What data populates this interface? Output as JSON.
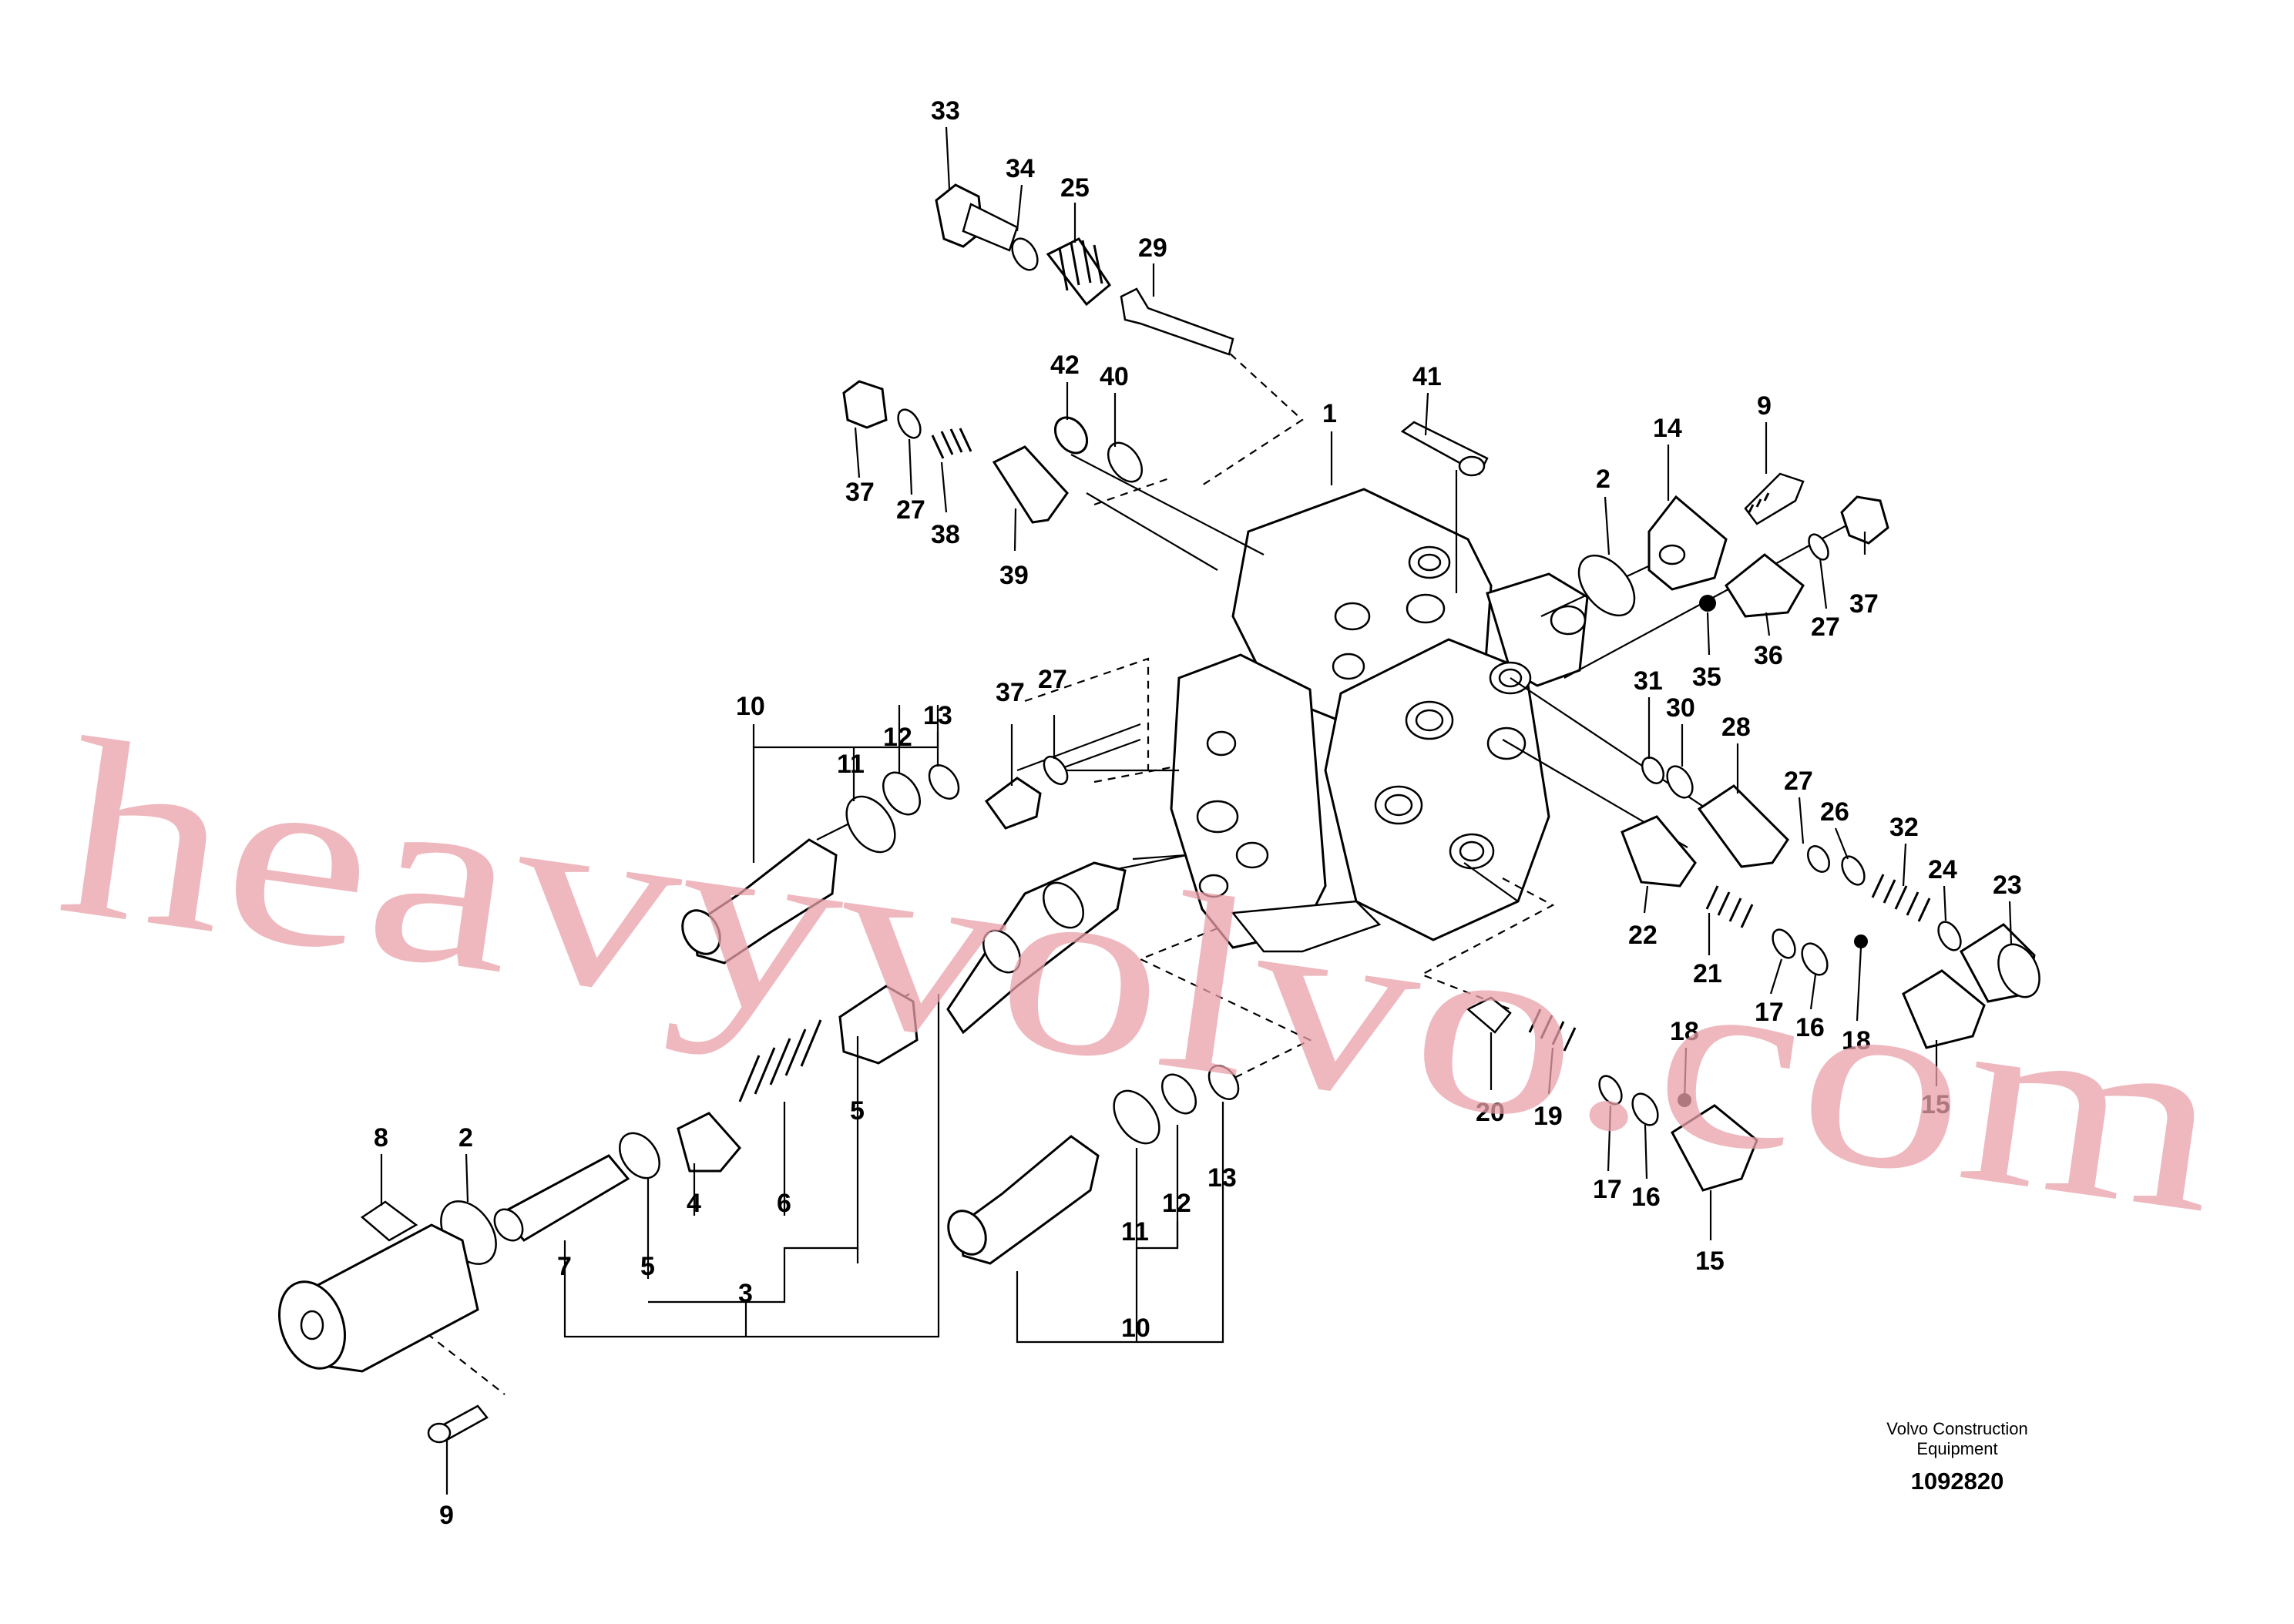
{
  "drawing": {
    "callouts": [
      {
        "id": "c33a",
        "text": "33"
      },
      {
        "id": "c34a",
        "text": "34"
      },
      {
        "id": "c25a",
        "text": "25"
      },
      {
        "id": "c29a",
        "text": "29"
      },
      {
        "id": "c42a",
        "text": "42"
      },
      {
        "id": "c40a",
        "text": "40"
      },
      {
        "id": "c41a",
        "text": "41"
      },
      {
        "id": "c1a",
        "text": "1"
      },
      {
        "id": "c37a",
        "text": "37"
      },
      {
        "id": "c27a",
        "text": "27"
      },
      {
        "id": "c38a",
        "text": "38"
      },
      {
        "id": "c39a",
        "text": "39"
      },
      {
        "id": "c2a",
        "text": "2"
      },
      {
        "id": "c14a",
        "text": "14"
      },
      {
        "id": "c9a",
        "text": "9"
      },
      {
        "id": "c37b",
        "text": "37"
      },
      {
        "id": "c27b",
        "text": "27"
      },
      {
        "id": "c36a",
        "text": "36"
      },
      {
        "id": "c35a",
        "text": "35"
      },
      {
        "id": "c10a",
        "text": "10"
      },
      {
        "id": "c11a",
        "text": "11"
      },
      {
        "id": "c12a",
        "text": "12"
      },
      {
        "id": "c13a",
        "text": "13"
      },
      {
        "id": "c37c",
        "text": "37"
      },
      {
        "id": "c27c",
        "text": "27"
      },
      {
        "id": "c31a",
        "text": "31"
      },
      {
        "id": "c30a",
        "text": "30"
      },
      {
        "id": "c28a",
        "text": "28"
      },
      {
        "id": "c27d",
        "text": "27"
      },
      {
        "id": "c26a",
        "text": "26"
      },
      {
        "id": "c32a",
        "text": "32"
      },
      {
        "id": "c24a",
        "text": "24"
      },
      {
        "id": "c23a",
        "text": "23"
      },
      {
        "id": "c22a",
        "text": "22"
      },
      {
        "id": "c21a",
        "text": "21"
      },
      {
        "id": "c17a",
        "text": "17"
      },
      {
        "id": "c16a",
        "text": "16"
      },
      {
        "id": "c18a",
        "text": "18"
      },
      {
        "id": "c15a",
        "text": "15"
      },
      {
        "id": "c18b",
        "text": "18"
      },
      {
        "id": "c20a",
        "text": "20"
      },
      {
        "id": "c19a",
        "text": "19"
      },
      {
        "id": "c17b",
        "text": "17"
      },
      {
        "id": "c16b",
        "text": "16"
      },
      {
        "id": "c15b",
        "text": "15"
      },
      {
        "id": "c8a",
        "text": "8"
      },
      {
        "id": "c2b",
        "text": "2"
      },
      {
        "id": "c7a",
        "text": "7"
      },
      {
        "id": "c5a",
        "text": "5"
      },
      {
        "id": "c4a",
        "text": "4"
      },
      {
        "id": "c6a",
        "text": "6"
      },
      {
        "id": "c5b",
        "text": "5"
      },
      {
        "id": "c3a",
        "text": "3"
      },
      {
        "id": "c11b",
        "text": "11"
      },
      {
        "id": "c12b",
        "text": "12"
      },
      {
        "id": "c13b",
        "text": "13"
      },
      {
        "id": "c10b",
        "text": "10"
      },
      {
        "id": "c9b",
        "text": "9"
      }
    ],
    "watermark": "heavyvolvo.com",
    "brand_line1": "Volvo Construction",
    "brand_line2": "Equipment",
    "document_number": "1092820"
  },
  "colors": {
    "watermark": "#e8a0a8",
    "line": "#000000",
    "background": "#ffffff"
  }
}
